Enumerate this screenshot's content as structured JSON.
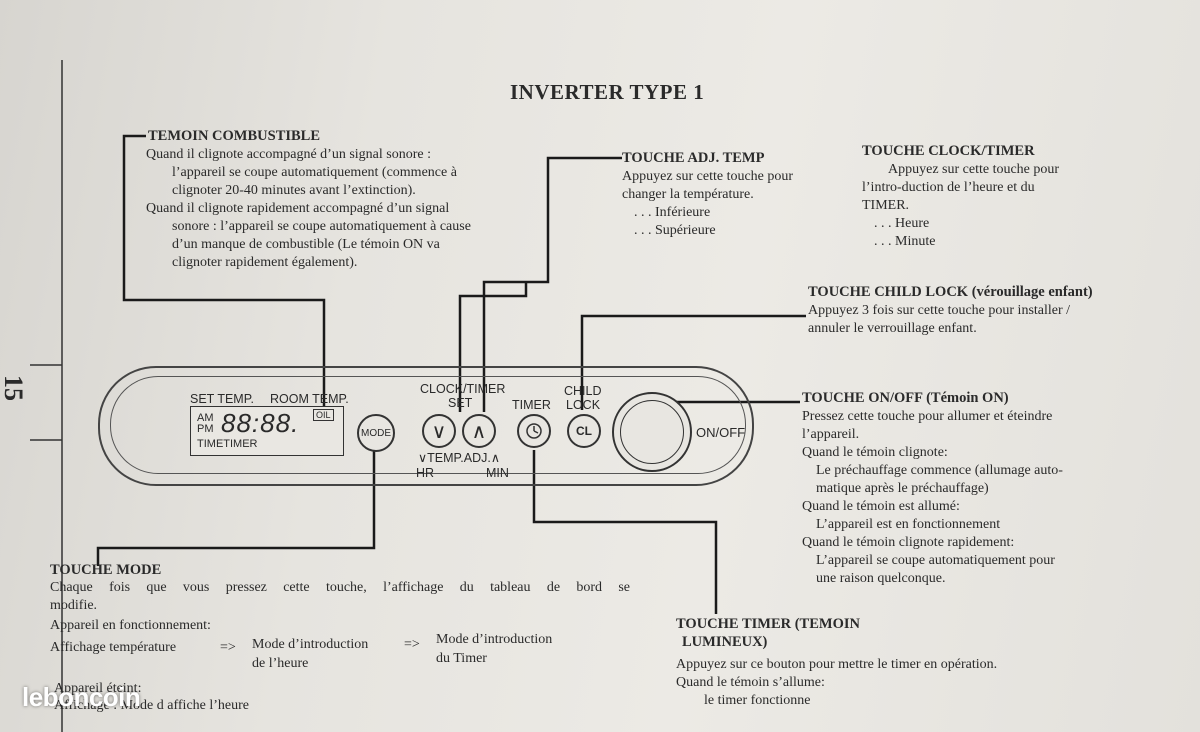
{
  "page_number": "15",
  "title": "INVERTER TYPE 1",
  "combustible": {
    "heading": "TEMOIN COMBUSTIBLE",
    "lines": [
      "Quand il clignote accompagné d’un signal sonore :",
      "l’appareil se coupe automatiquement (commence à",
      "clignoter 20-40 minutes avant l’extinction).",
      "Quand il clignote rapidement accompagné d’un signal",
      "sonore : l’appareil se coupe automatiquement à cause",
      "d’un manque de combustible (Le témoin ON va",
      "clignoter rapidement également)."
    ]
  },
  "adj_temp": {
    "heading": "TOUCHE ADJ. TEMP",
    "lines": [
      "Appuyez sur cette touche pour",
      "changer la température."
    ],
    "items": [
      ". . . Inférieure",
      ". . . Supérieure"
    ]
  },
  "clock_timer": {
    "heading": "TOUCHE CLOCK/TIMER",
    "lines": [
      "Appuyez sur cette touche pour",
      "l’intro-duction de l’heure et du",
      "TIMER."
    ],
    "items": [
      ". . . Heure",
      ". . . Minute"
    ]
  },
  "child_lock": {
    "heading": "TOUCHE CHILD LOCK (vérouillage enfant)",
    "lines": [
      "Appuyez 3 fois sur cette touche pour installer /",
      "annuler le verrouillage enfant."
    ]
  },
  "on_off": {
    "heading": "TOUCHE ON/OFF (Témoin ON)",
    "lines": [
      "Pressez cette touche pour allumer et éteindre",
      "l’appareil.",
      "Quand le témoin clignote:",
      "Le préchauffage commence (allumage auto-",
      "matique après le préchauffage)",
      "Quand le témoin est allumé:",
      "L’appareil est en fonctionnement",
      "Quand le témoin clignote rapidement:",
      "L’appareil se coupe automatiquement pour",
      "une raison quelconque."
    ]
  },
  "mode": {
    "heading": "TOUCHE MODE",
    "line1": "Chaque fois que vous pressez cette touche, l’affichage du tableau de bord se",
    "line2": "modifie.",
    "line3": "Appareil en fonctionnement:",
    "flow_label": "Affichage température",
    "arrow": "=>",
    "step1a": "Mode d’introduction",
    "step1b": "de l’heure",
    "step2a": "Mode d’introduction",
    "step2b": "du Timer",
    "line4": "Appareil éteint:",
    "line5": "Affichage : Mode d affiche l’heure"
  },
  "timer": {
    "heading1": "TOUCHE TIMER (TEMOIN",
    "heading2": "LUMINEUX)",
    "lines": [
      "Appuyez sur ce bouton pour mettre le timer en opération.",
      "Quand le témoin s’allume:",
      "le timer fonctionne"
    ]
  },
  "panel": {
    "set_temp": "SET TEMP.",
    "room_temp": "ROOM TEMP.",
    "am": "AM",
    "pm": "PM",
    "digits": "88:88.",
    "oil": "OIL",
    "timetimer": "TIMETIMER",
    "mode_btn": "MODE",
    "clock_timer_label": "CLOCK/TIMER",
    "set_label": "SET",
    "down_glyph": "∨",
    "up_glyph": "∧",
    "temp_adj": "∨TEMP.ADJ.∧",
    "hr": "HR",
    "min": "MIN",
    "timer_label": "TIMER",
    "child_label": "CHILD",
    "lock_label": "LOCK",
    "cl_glyph": "CL",
    "onoff_label": "ON/OFF"
  },
  "watermark": "leboncoin"
}
